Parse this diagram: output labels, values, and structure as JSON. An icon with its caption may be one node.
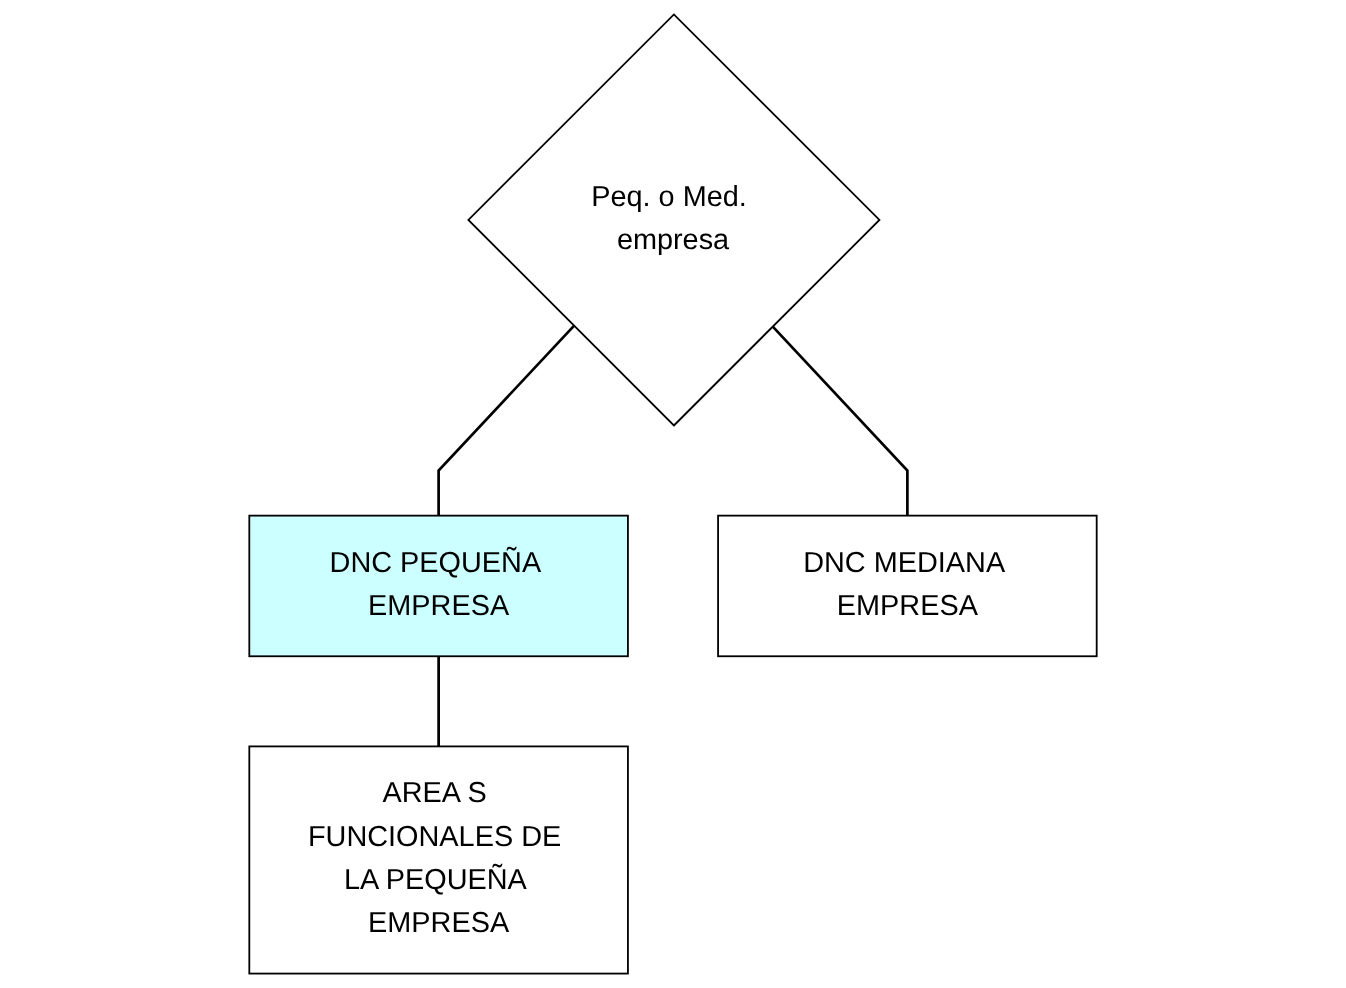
{
  "diagram": {
    "nodes": [
      {
        "text": [
          "Peq. o Med. empresa"
        ]
      },
      {
        "text": [
          "DNC PEQUEÑA EMPRESA"
        ]
      },
      {
        "text": [
          "DNC MEDIANA EMPRESA"
        ]
      },
      {
        "text": [
          "AREA S FUNCIONALES DE LA PEQUEÑA EMPRESA"
        ]
      }
    ],
    "edges": [
      {
        "from": 0,
        "to": 1,
        "arrow": "none"
      },
      {
        "from": 0,
        "to": 2,
        "arrow": "none"
      },
      {
        "from": 1,
        "to": 3,
        "arrow": "none"
      }
    ]
  }
}
